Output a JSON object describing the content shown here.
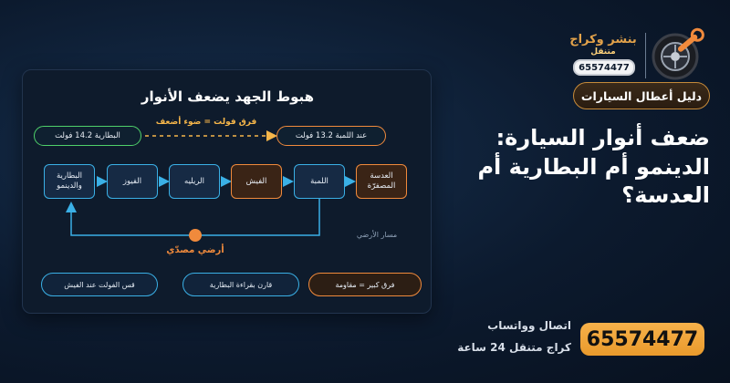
{
  "brand": {
    "name": "بنشر وكراج",
    "sub": "متنقل",
    "phone": "65574477",
    "logo_icon": "tire-wrench-icon"
  },
  "guide_badge": "دليل أعطال السيارات",
  "headline": {
    "line1": "ضعف أنوار السيارة:",
    "line2": "الدينمو أم البطارية أم",
    "line3": "العدسة؟"
  },
  "contact": {
    "phone": "65574477",
    "line1": "اتصال وواتساب",
    "line2": "كراج متنقل 24 ساعة"
  },
  "diagram": {
    "title": "هبوط الجهد يضعف الأنوار",
    "battery_callout": "البطارية 14.2 فولت",
    "lamp_callout": "عند اللمبة 13.2 فولت",
    "voltage_gap": "فرق فولت = ضوء أضعف",
    "nodes": [
      {
        "label": "البطارية والدينمو",
        "type": "blue"
      },
      {
        "label": "الفيوز",
        "type": "blue"
      },
      {
        "label": "الريليه",
        "type": "blue"
      },
      {
        "label": "الفيش",
        "type": "orange"
      },
      {
        "label": "اللمبة",
        "type": "blue"
      },
      {
        "label": "العدسة المصفرّة",
        "type": "orange"
      }
    ],
    "ground_label": "أرضي مصدّي",
    "ground_path": "مسار الأرضي",
    "pills": [
      {
        "label": "قس الفولت عند الفيش",
        "type": "blue"
      },
      {
        "label": "قارن بقراءة البطارية",
        "type": "blue"
      },
      {
        "label": "فرق كبير = مقاومة",
        "type": "orange"
      }
    ],
    "colors": {
      "blue": "#3ab0e6",
      "orange": "#f08a3c",
      "green": "#4fd06a",
      "gap": "#f6b64a"
    }
  }
}
